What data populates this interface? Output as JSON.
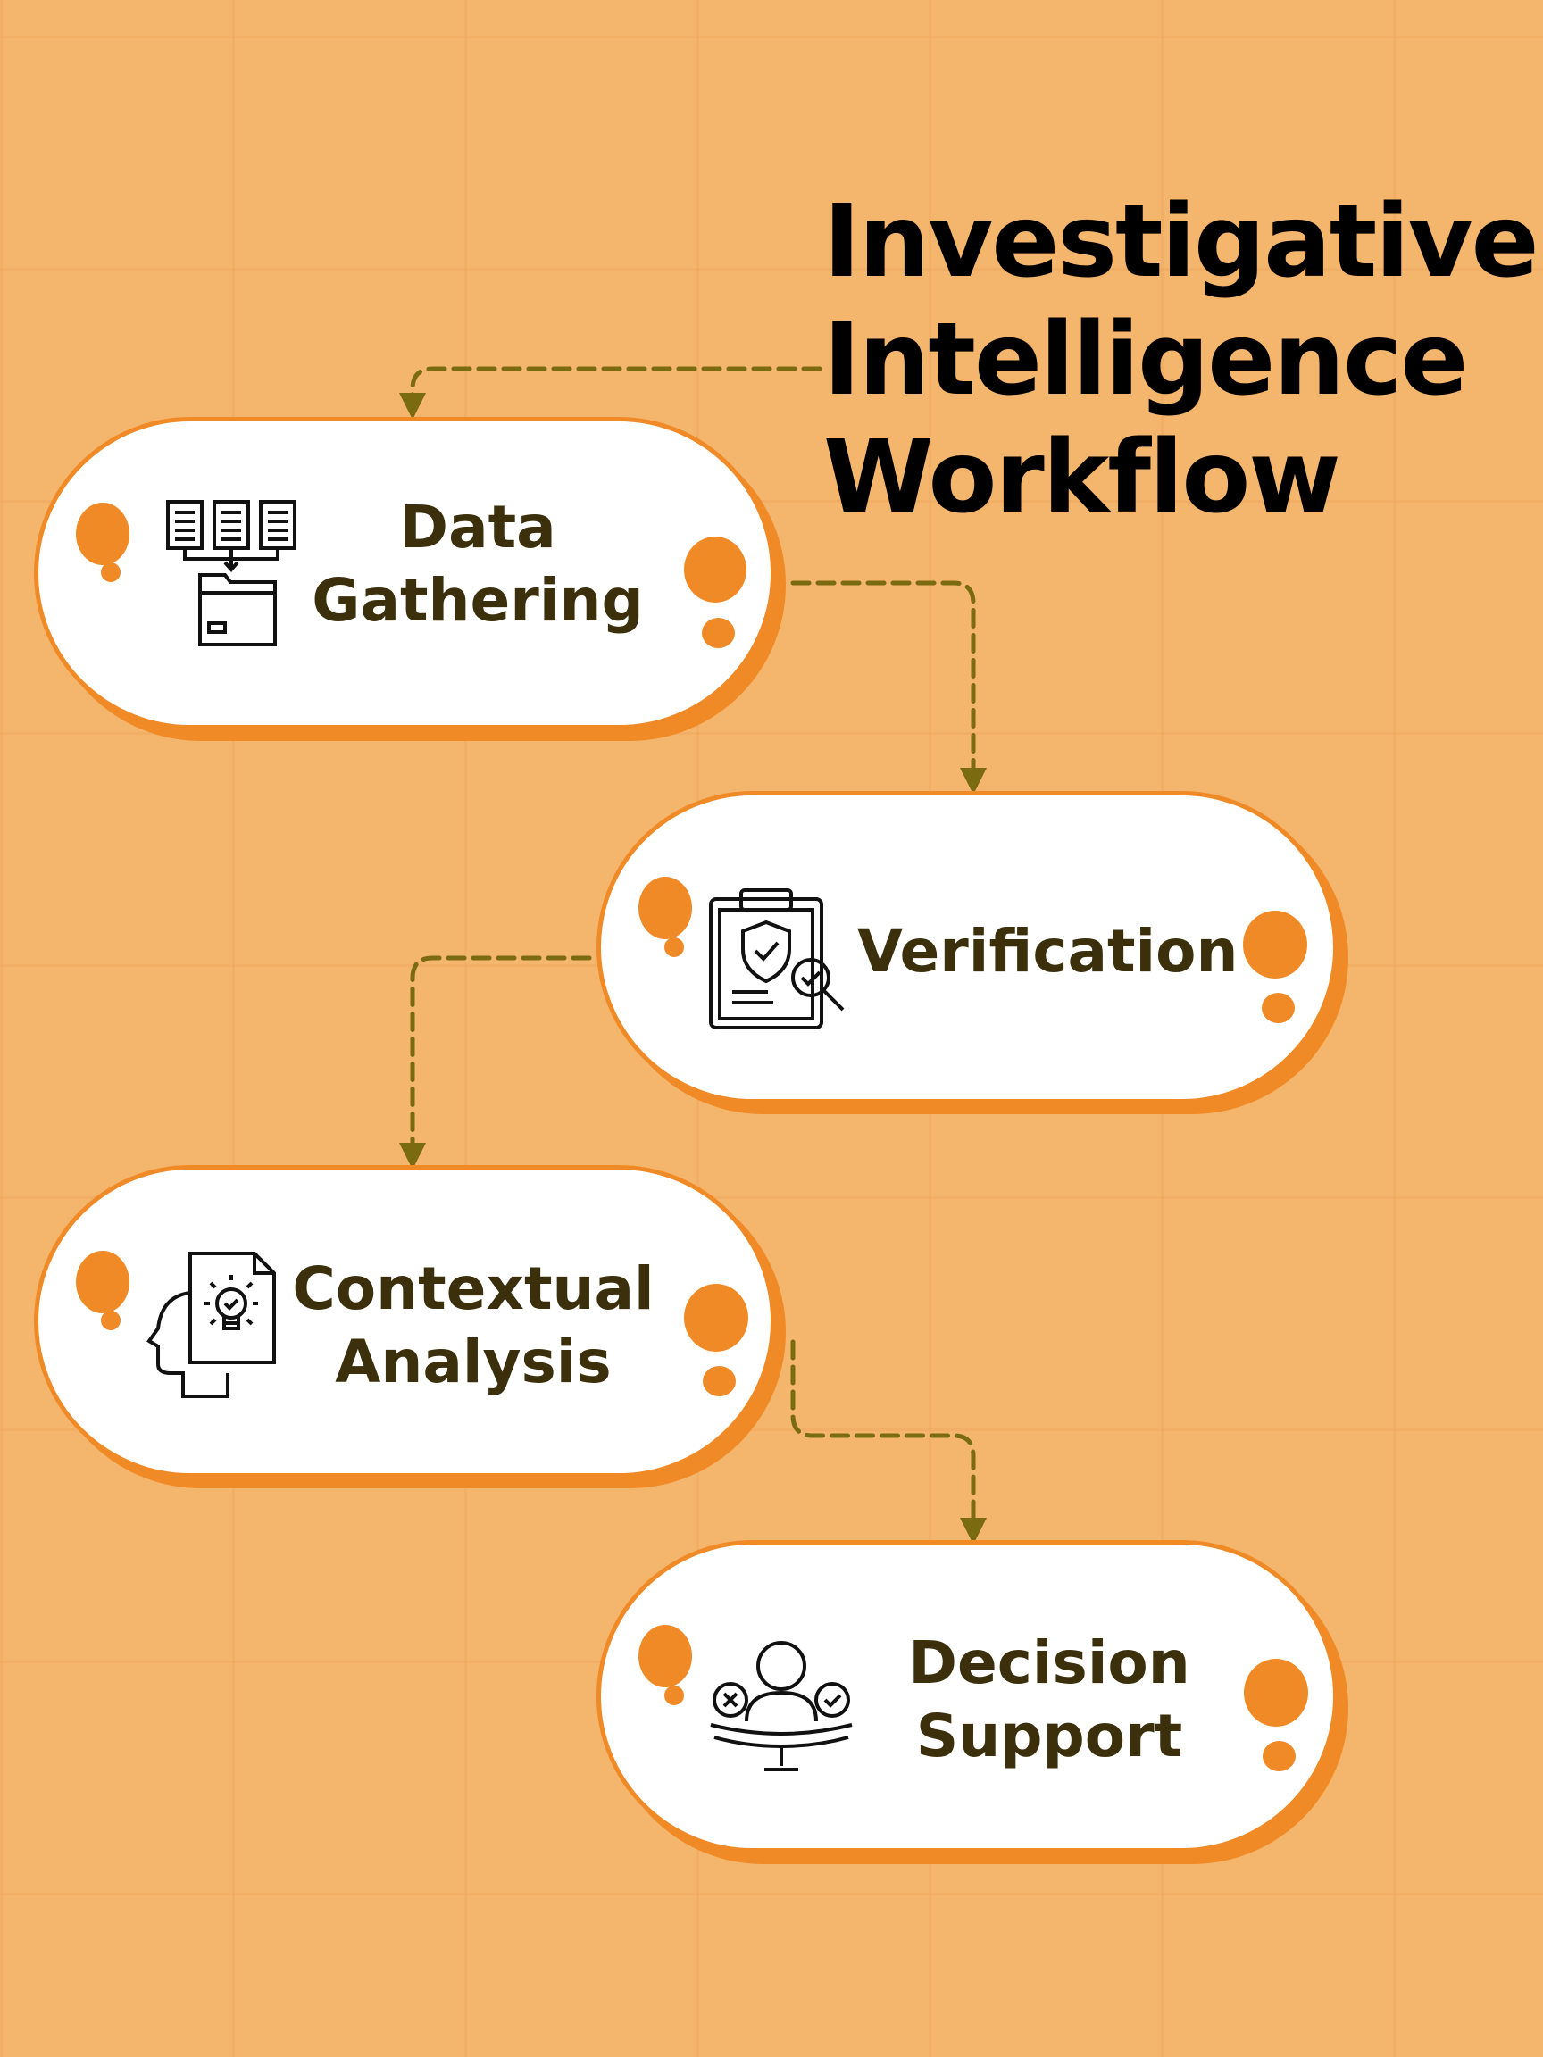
{
  "title": {
    "line1": "Investigative",
    "line2": "Intelligence",
    "line3": "Workflow"
  },
  "steps": [
    {
      "line1": "Data",
      "line2": "Gathering",
      "icon": "documents-to-folder-icon"
    },
    {
      "line1": "Verification",
      "icon": "clipboard-shield-check-icon"
    },
    {
      "line1": "Contextual",
      "line2": "Analysis",
      "icon": "head-lightbulb-document-icon"
    },
    {
      "line1": "Decision",
      "line2": "Support",
      "icon": "person-choice-scale-icon"
    }
  ],
  "colors": {
    "background": "#f4b56c",
    "accent": "#f08a26",
    "connector": "#7a6a10",
    "label_text": "#3b2f0c",
    "title_text": "#000000"
  }
}
